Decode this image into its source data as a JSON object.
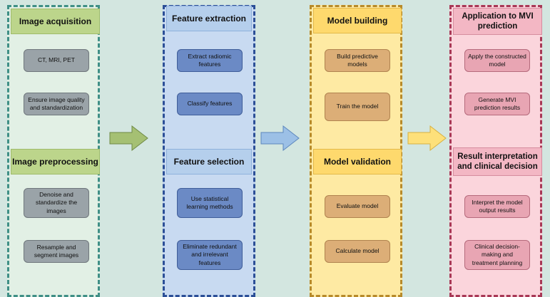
{
  "colors": {
    "background": "#d3e6e0",
    "acquisition": {
      "fill": "#e2f0e5",
      "border": "#3f8f86",
      "header": "#bcd58b",
      "box": "#9aa3a8"
    },
    "extraction": {
      "fill": "#c8daf1",
      "border": "#2c4f97",
      "header": "#b5cfec",
      "box": "#6b8ac5"
    },
    "modeling": {
      "fill": "#feeaa3",
      "border": "#b78a2a",
      "header": "#fed96d",
      "box": "#dcae77"
    },
    "application": {
      "fill": "#fbd5dc",
      "border": "#a83856",
      "header": "#f3b7c4",
      "box": "#e8a5b3"
    }
  },
  "columns": {
    "acquisition": {
      "header1": "Image acquisition",
      "items1": [
        "CT, MRI, PET",
        "Ensure image quality and standardization"
      ],
      "header2": "Image preprocessing",
      "items2": [
        "Denoise and standardize the images",
        "Resample and segment images"
      ]
    },
    "extraction": {
      "header1": "Feature extraction",
      "items1": [
        "Extract radiomic features",
        "Classify features"
      ],
      "header2": "Feature selection",
      "items2": [
        "Use statistical learning methods",
        "Eliminate redundant and irrelevant features"
      ]
    },
    "modeling": {
      "header1": "Model building",
      "items1": [
        "Build predictive models",
        "Train the model"
      ],
      "header2": "Model validation",
      "items2": [
        "Evaluate model",
        "Calculate model"
      ]
    },
    "application": {
      "header1": "Application to MVI prediction",
      "items1": [
        "Apply the constructed model",
        "Generate MVI prediction results"
      ],
      "header2": "Result interpretation and clinical decision",
      "items2": [
        "Interpret the model output results",
        "Clinical decision-making and treatment planning"
      ]
    }
  },
  "arrows": [
    {
      "name": "arrow-acquisition-to-extraction",
      "icon": "right-arrow-icon",
      "color": "#a5c073"
    },
    {
      "name": "arrow-extraction-to-modeling",
      "icon": "right-arrow-icon",
      "color": "#9cc0e6"
    },
    {
      "name": "arrow-modeling-to-application",
      "icon": "right-arrow-icon",
      "color": "#fde07a"
    }
  ]
}
